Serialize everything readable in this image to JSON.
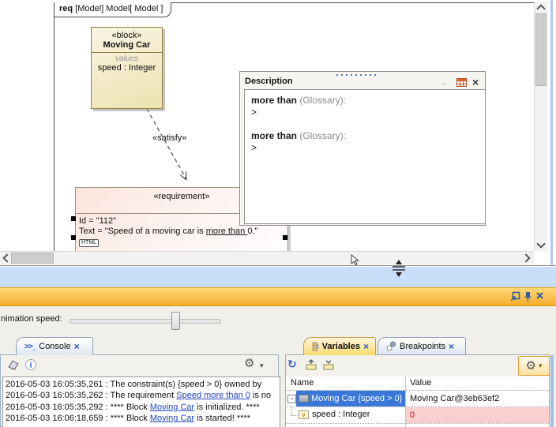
{
  "diagram": {
    "frame_title_bold": "req",
    "frame_title_rest": " [Model] Model[ Model ]",
    "block": {
      "stereotype": "«block»",
      "name": "Moving Car",
      "compartment_label": "values",
      "value_line": "speed : Integer"
    },
    "satisfy_label": "«satisfy»",
    "requirement": {
      "stereotype": "«requirement»",
      "id_line": "Id = \"112\"",
      "text_pre": "Text = \"Speed of a moving car is ",
      "text_link": "more than ",
      "text_post": "0.\"",
      "html_badge": "HTML"
    },
    "description_popup": {
      "title": "Description",
      "entries": [
        {
          "term": "more than",
          "suffix": " (Glossary):",
          "body": ">"
        },
        {
          "term": "more than",
          "suffix": " (Glossary):",
          "body": ">"
        }
      ]
    }
  },
  "bottom_panel": {
    "animation_speed_label": "nimation speed:",
    "tabs": {
      "console": "Console",
      "variables": "Variables",
      "breakpoints": "Breakpoints"
    },
    "console_logs": [
      {
        "pre": "2016-05-03 16:05:35,261 : The constraint(s) {speed > 0} owned by",
        "link": "",
        "post": ""
      },
      {
        "pre": "2016-05-03 16:05:35,262 : The requirement ",
        "link": "Speed more than 0",
        "post": " is no"
      },
      {
        "pre": "2016-05-03 16:05:35,292 : **** Block ",
        "link": "Moving Car",
        "post": " is initialized. ****"
      },
      {
        "pre": "2016-05-03 16:06:18,659 : **** Block ",
        "link": "Moving Car",
        "post": " is started! ****"
      }
    ],
    "variables_table": {
      "columns": {
        "name": "Name",
        "value": "Value"
      },
      "rows": [
        {
          "name": "Moving Car {speed > 0}",
          "value": "Moving Car@3eb63ef2"
        },
        {
          "name": "speed : Integer",
          "value": "0"
        }
      ]
    }
  },
  "icons": {
    "close_x": "×",
    "back_arrow": "←",
    "gear": "⚙",
    "dropdown_arrow": "▾",
    "refresh": "↻",
    "console_prompt": ">>_",
    "tree_collapse": "−",
    "info": "i"
  },
  "colors": {
    "selection_blue": "#3b77d8",
    "error_value_bg": "#f9cfcf",
    "error_value_text": "#cc0000",
    "panel_header_orange": "#f7ac2c",
    "splitter_blue": "#c8def9",
    "block_fill": "#ede2af",
    "requirement_fill": "#fbe5dd"
  }
}
